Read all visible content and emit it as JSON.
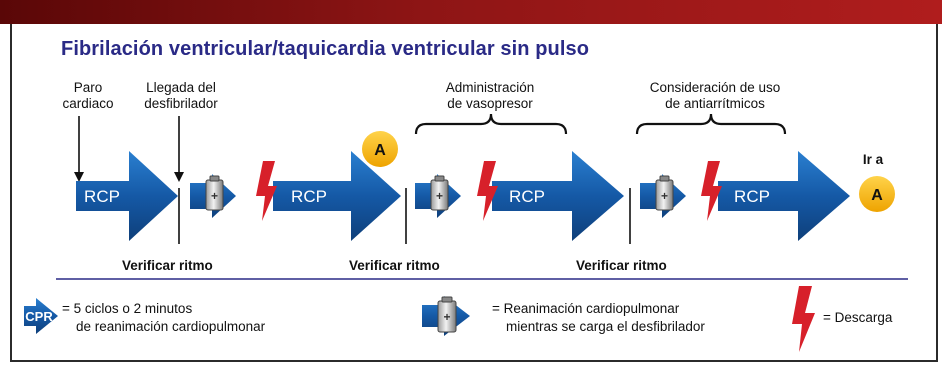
{
  "title": "Fibrilación ventricular/taquicardia ventricular sin pulso",
  "events": {
    "cardiac_arrest": [
      "Paro",
      "cardiaco"
    ],
    "defib_arrival": [
      "Llegada del",
      "desfibrilador"
    ],
    "vasopressor": [
      "Administración",
      "de vasopresor"
    ],
    "antiarrhythmic": [
      "Consideración de uso",
      "de antiarrítmicos"
    ]
  },
  "rcp_label": "RCP",
  "marker_a": "A",
  "goto_label": "Ir a",
  "verify_label": "Verificar ritmo",
  "legend": {
    "cpr_icon_label": "CPR",
    "cpr_text": [
      "= 5 ciclos o 2 minutos",
      "de reanimación cardiopulmonar"
    ],
    "battery_text": [
      "= Reanimación cardiopulmonar",
      "mientras se carga el desfibrilador"
    ],
    "shock_text": "= Descarga"
  },
  "colors": {
    "arrow_blue": "#1559a6",
    "title_purple": "#2a2a86",
    "shock_red": "#d7202a",
    "marker_yellow": "#f5b400",
    "divider": "#2a2a86"
  }
}
